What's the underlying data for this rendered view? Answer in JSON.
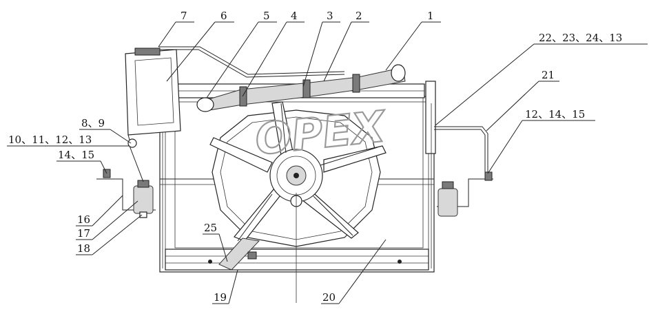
{
  "callouts": [
    {
      "id": "c1",
      "text": "1"
    },
    {
      "id": "c2",
      "text": "2"
    },
    {
      "id": "c3",
      "text": "3"
    },
    {
      "id": "c4",
      "text": "4"
    },
    {
      "id": "c5",
      "text": "5"
    },
    {
      "id": "c6",
      "text": "6"
    },
    {
      "id": "c7",
      "text": "7"
    },
    {
      "id": "c8",
      "text": "8、9"
    },
    {
      "id": "c10",
      "text": "10、11、12、13"
    },
    {
      "id": "c14",
      "text": "14、15"
    },
    {
      "id": "c16",
      "text": "16"
    },
    {
      "id": "c17",
      "text": "17"
    },
    {
      "id": "c18",
      "text": "18"
    },
    {
      "id": "c19",
      "text": "19"
    },
    {
      "id": "c20",
      "text": "20"
    },
    {
      "id": "c21",
      "text": "21"
    },
    {
      "id": "c22",
      "text": "22、23、24、13"
    },
    {
      "id": "c12",
      "text": "12、14、15"
    },
    {
      "id": "c25",
      "text": "25"
    }
  ],
  "watermark": "OPEX"
}
